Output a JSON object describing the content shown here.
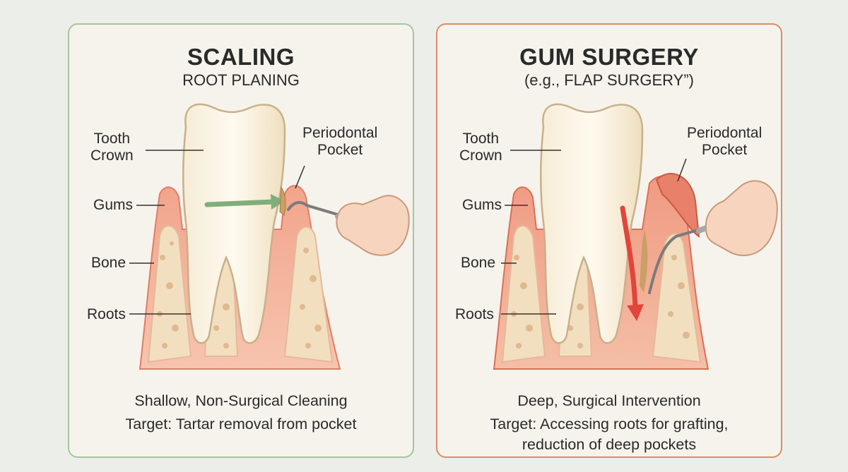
{
  "panels": [
    {
      "title": "SCALING",
      "subtitle": "ROOT PLANING",
      "labels": {
        "crown": "Tooth\nCrown",
        "pocket": "Periodontal\nPocket",
        "gums": "Gums",
        "bone": "Bone",
        "roots": "Roots"
      },
      "caption_line1": "Shallow, Non-Surgical Cleaning",
      "caption_line2": "Target: Tartar removal from pocket",
      "accent_color": "#a9c59b"
    },
    {
      "title": "GUM SURGERY",
      "subtitle": "(e.g., FLAP SURGERY”)",
      "labels": {
        "crown": "Tooth\nCrown",
        "pocket": "Periodontal\nPocket",
        "gums": "Gums",
        "bone": "Bone",
        "roots": "Roots"
      },
      "caption_line1": "Deep, Surgical Intervention",
      "caption_line2": "Target: Accessing roots for grafting,",
      "caption_line3": "reduction of deep pockets",
      "accent_color": "#dd8d62"
    }
  ],
  "icons": [
    "tooth-icon",
    "scaler-hand-icon",
    "green-arrow-icon",
    "red-arrow-icon"
  ]
}
